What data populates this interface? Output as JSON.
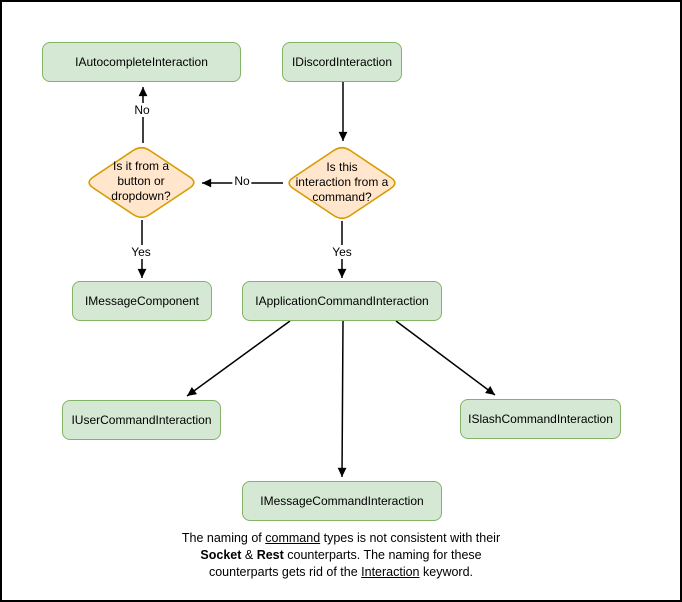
{
  "canvas": {
    "background": "#ffffff",
    "border_color": "#000000"
  },
  "colors": {
    "node_fill": "#d5e8d4",
    "node_stroke": "#82b366",
    "decision_fill": "#ffe6cc",
    "decision_stroke": "#d79b00",
    "connector": "#000000",
    "text": "#000000"
  },
  "nodes": {
    "autocomplete": {
      "label": "IAutocompleteInteraction"
    },
    "discord": {
      "label": "IDiscordInteraction"
    },
    "message_component": {
      "label": "IMessageComponent"
    },
    "application_command": {
      "label": "IApplicationCommandInteraction"
    },
    "user_command": {
      "label": "IUserCommandInteraction"
    },
    "slash_command": {
      "label": "ISlashCommandInteraction"
    },
    "message_command": {
      "label": "IMessageCommandInteraction"
    }
  },
  "decisions": {
    "button_dropdown": {
      "lines": [
        "Is it from a",
        "button or",
        "dropdown?"
      ]
    },
    "from_command": {
      "lines": [
        "Is this",
        "interaction from a",
        "command?"
      ]
    }
  },
  "edge_labels": {
    "no_to_autocomplete": "No",
    "no_to_button_dropdown": "No",
    "yes_to_message_component": "Yes",
    "yes_to_application_command": "Yes"
  },
  "caption": {
    "line1": {
      "pre": "The naming of ",
      "underlined": "command",
      "post": " types is not consistent with their"
    },
    "line2": {
      "bold1": "Socket",
      "mid": " & ",
      "bold2": "Rest",
      "post": " counterparts. The naming for these"
    },
    "line3": {
      "pre": "counterparts gets rid of the ",
      "underlined": "Interaction",
      "post": " keyword."
    }
  }
}
